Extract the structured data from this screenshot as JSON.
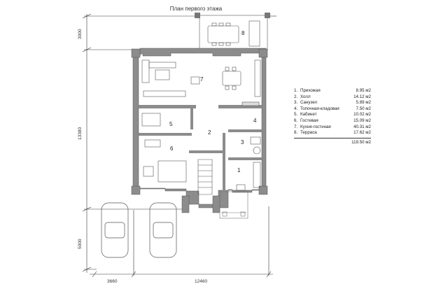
{
  "title": "План первого этажа",
  "rooms": [
    {
      "no": "1.",
      "name": "Прихожая",
      "area": "8.95 м2"
    },
    {
      "no": "2.",
      "name": "Холл",
      "area": "14.12 м2"
    },
    {
      "no": "3.",
      "name": "Санузел",
      "area": "5.89 м2"
    },
    {
      "no": "4.",
      "name": "Топочная-кладовая",
      "area": "7.50 м2"
    },
    {
      "no": "5.",
      "name": "Кабинет",
      "area": "10.02 м2"
    },
    {
      "no": "6.",
      "name": "Гостевая",
      "area": "15.09 м2"
    },
    {
      "no": "7.",
      "name": "Кухня-гостиная",
      "area": "40.31 м2"
    },
    {
      "no": "8.",
      "name": "Терраса",
      "area": "17.62 м2"
    }
  ],
  "total_area": "119.50 м2",
  "room_numbers": [
    "1",
    "2",
    "3",
    "4",
    "5",
    "6",
    "7",
    "8"
  ],
  "dimensions": {
    "terrace_depth": "3000",
    "house_depth": "13380",
    "parking_depth": "5000",
    "parking_width": "3660",
    "house_width": "12460"
  },
  "colors": {
    "wall": "#8c8c8c",
    "line": "#333333",
    "furniture": "#555555"
  }
}
